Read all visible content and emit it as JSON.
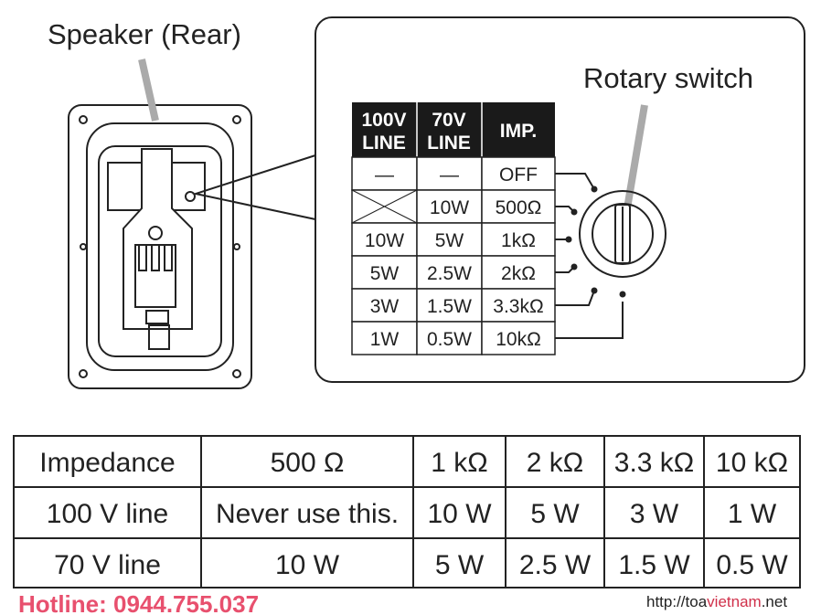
{
  "labels": {
    "speaker": "Speaker (Rear)",
    "rotary": "Rotary switch"
  },
  "switch_table": {
    "headers": [
      [
        "100V",
        "LINE"
      ],
      [
        "70V",
        "LINE"
      ],
      [
        "IMP.",
        ""
      ]
    ],
    "rows": [
      [
        "—",
        "—",
        "OFF"
      ],
      [
        "",
        "10W",
        "500Ω"
      ],
      [
        "10W",
        "5W",
        "1kΩ"
      ],
      [
        "5W",
        "2.5W",
        "2kΩ"
      ],
      [
        "3W",
        "1.5W",
        "3.3kΩ"
      ],
      [
        "1W",
        "0.5W",
        "10kΩ"
      ]
    ]
  },
  "bottom_table": {
    "rows": [
      [
        "Impedance",
        "500 Ω",
        "1 kΩ",
        "2 kΩ",
        "3.3 kΩ",
        "10 kΩ"
      ],
      [
        "100 V line",
        "Never use this.",
        "10 W",
        "5 W",
        "3 W",
        "1 W"
      ],
      [
        "70 V line",
        "10 W",
        "5 W",
        "2.5 W",
        "1.5 W",
        "0.5 W"
      ]
    ]
  },
  "watermark": {
    "hotline": "Hotline: 0944.755.037",
    "url_prefix": "http://toa",
    "url_mid": "vietnam",
    "url_suffix": ".net"
  }
}
